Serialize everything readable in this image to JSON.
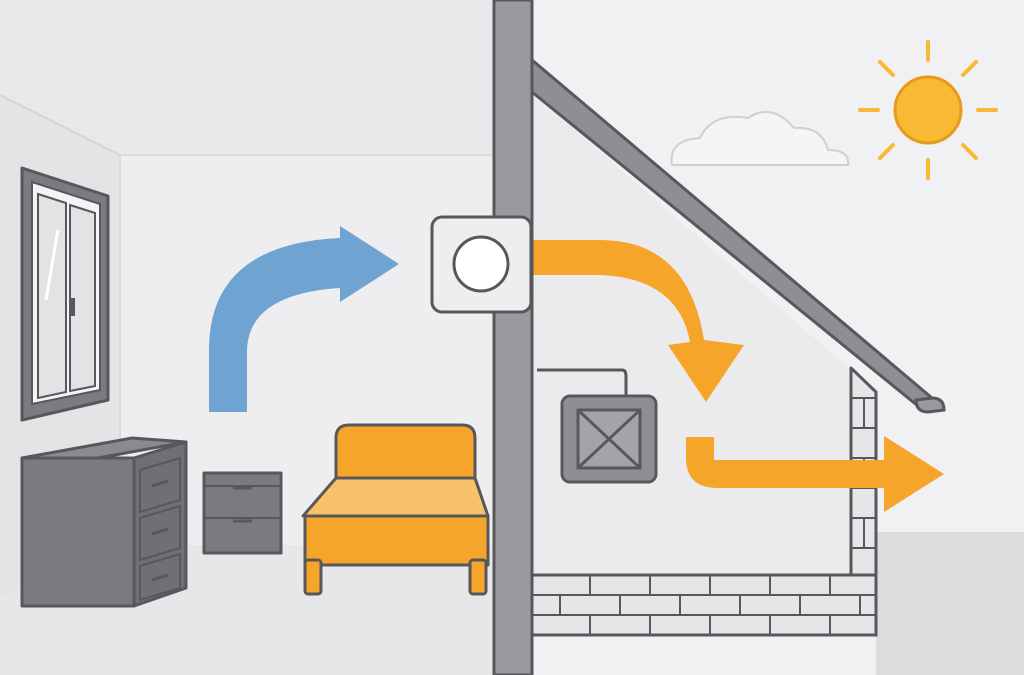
{
  "scene": {
    "rooms": [
      "bedroom",
      "attic",
      "outdoors"
    ],
    "airflow": [
      {
        "from": "bedroom",
        "to": "wall-vent",
        "direction": "up-right",
        "color": "#6fa3d2"
      },
      {
        "from": "wall-vent",
        "to": "attic",
        "direction": "right-down",
        "color": "#f5a52a"
      },
      {
        "from": "attic",
        "to": "outdoors",
        "direction": "right",
        "color": "#f5a52a"
      }
    ],
    "icons": [
      "window-icon",
      "dresser-icon",
      "nightstand-icon",
      "bed-icon",
      "wall-vent-icon",
      "attic-fan-icon",
      "sun-icon",
      "cloud-icon",
      "gutter-icon"
    ]
  },
  "colors": {
    "background": "#f2f2f4",
    "wall": "#9a9a9e",
    "outline": "#58585c",
    "furniture": "#77777b",
    "accent_orange": "#f5a52a",
    "accent_blue": "#6fa3d2",
    "sun": "#f8b935",
    "brick": "#e6e6e8"
  }
}
